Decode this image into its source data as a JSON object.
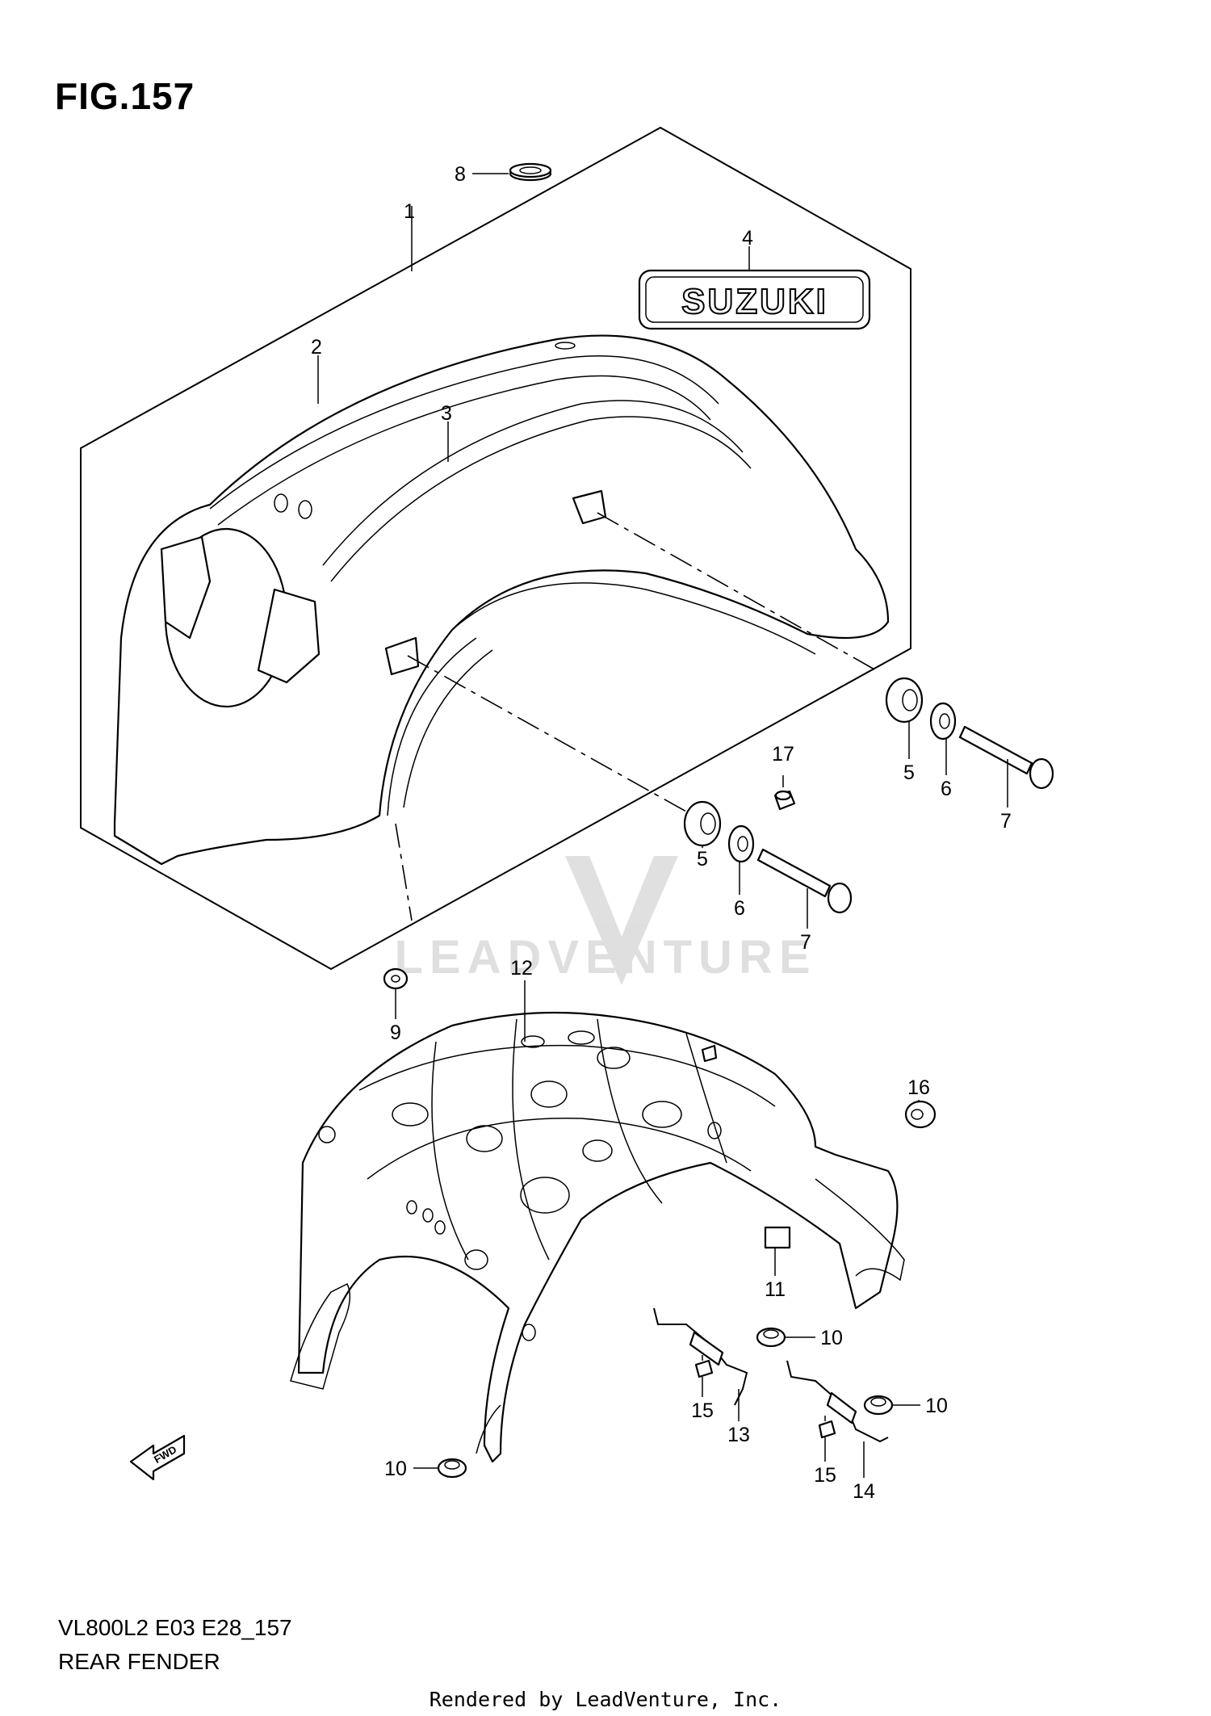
{
  "figure": {
    "title": "FIG.157",
    "model_code": "VL800L2 E03 E28_157",
    "name": "REAR FENDER",
    "rendered_by": "Rendered by LeadVenture, Inc.",
    "brand_emblem": "SUZUKI",
    "fwd_label": "FWD",
    "watermark": "LEADVENTURE"
  },
  "callouts": {
    "c1": "1",
    "c2": "2",
    "c3": "3",
    "c4": "4",
    "c5a": "5",
    "c5b": "5",
    "c6a": "6",
    "c6b": "6",
    "c7a": "7",
    "c7b": "7",
    "c8": "8",
    "c9": "9",
    "c10a": "10",
    "c10b": "10",
    "c10c": "10",
    "c11": "11",
    "c12": "12",
    "c13": "13",
    "c14": "14",
    "c15a": "15",
    "c15b": "15",
    "c16": "16",
    "c17": "17"
  }
}
